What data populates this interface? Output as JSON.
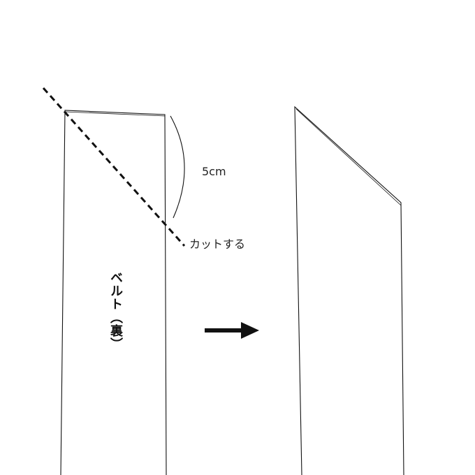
{
  "labels": {
    "measurement": "5cm",
    "cut_instruction": "カットする",
    "belt_side": "ベルト（裏）"
  },
  "colors": {
    "line": "#111111",
    "text": "#222222",
    "background": "#ffffff"
  },
  "icons": {
    "arrow": "right-arrow-icon"
  }
}
